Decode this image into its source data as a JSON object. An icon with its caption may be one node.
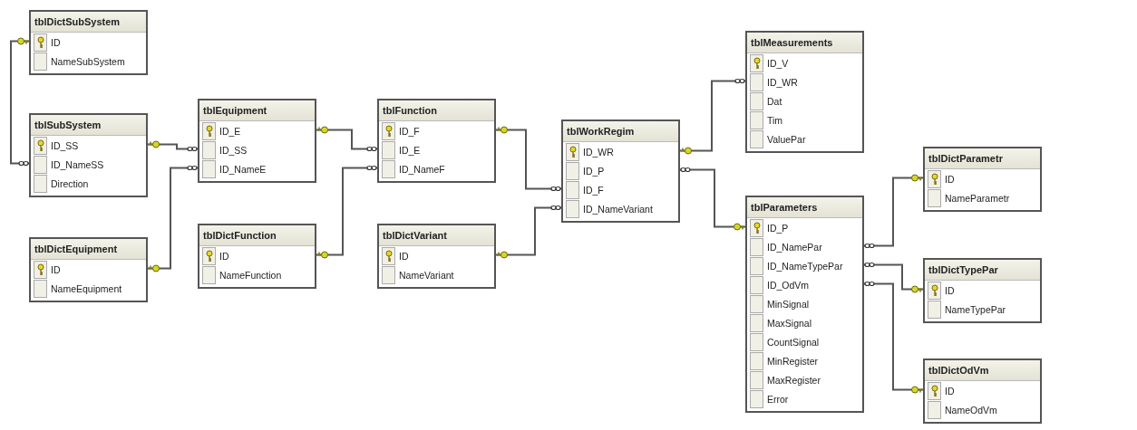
{
  "diagram": {
    "nodes": [
      {
        "text": [
          "tblDictSubSystem",
          "ID",
          "NameSubSystem"
        ]
      },
      {
        "text": [
          "tblSubSystem",
          "ID_SS",
          "ID_NameSS",
          "Direction"
        ]
      },
      {
        "text": [
          "tblDictEquipment",
          "ID",
          "NameEquipment"
        ]
      },
      {
        "text": [
          "tblEquipment",
          "ID_E",
          "ID_SS",
          "ID_NameE"
        ]
      },
      {
        "text": [
          "tblDictFunction",
          "ID",
          "NameFunction"
        ]
      },
      {
        "text": [
          "tblFunction",
          "ID_F",
          "ID_E",
          "ID_NameF"
        ]
      },
      {
        "text": [
          "tblDictVariant",
          "ID",
          "NameVariant"
        ]
      },
      {
        "text": [
          "tblWorkRegim",
          "ID_WR",
          "ID_P",
          "ID_F",
          "ID_NameVariant"
        ]
      },
      {
        "text": [
          "tblMeasurements",
          "ID_V",
          "ID_WR",
          "Dat",
          "Tim",
          "ValuePar"
        ]
      },
      {
        "text": [
          "tblParameters",
          "ID_P",
          "ID_NamePar",
          "ID_NameTypePar",
          "ID_OdVm",
          "MinSignal",
          "MaxSignal",
          "CountSignal",
          "MinRegister",
          "MaxRegister",
          "Error"
        ]
      },
      {
        "text": [
          "tblDictParametr",
          "ID",
          "NameParametr"
        ]
      },
      {
        "text": [
          "tblDictTypePar",
          "ID",
          "NameTypePar"
        ]
      },
      {
        "text": [
          "tblDictOdVm",
          "ID",
          "NameOdVm"
        ]
      }
    ],
    "edges": [
      {
        "from": 0,
        "to": 1,
        "arrow": "other"
      },
      {
        "from": 1,
        "to": 3,
        "arrow": "other"
      },
      {
        "from": 2,
        "to": 3,
        "arrow": "other"
      },
      {
        "from": 3,
        "to": 5,
        "arrow": "other"
      },
      {
        "from": 4,
        "to": 5,
        "arrow": "other"
      },
      {
        "from": 5,
        "to": 7,
        "arrow": "other"
      },
      {
        "from": 6,
        "to": 7,
        "arrow": "other"
      },
      {
        "from": 7,
        "to": 8,
        "arrow": "other"
      },
      {
        "from": 9,
        "to": 7,
        "arrow": "other"
      },
      {
        "from": 10,
        "to": 9,
        "arrow": "other"
      },
      {
        "from": 11,
        "to": 9,
        "arrow": "other"
      },
      {
        "from": 12,
        "to": 9,
        "arrow": "other"
      }
    ]
  }
}
